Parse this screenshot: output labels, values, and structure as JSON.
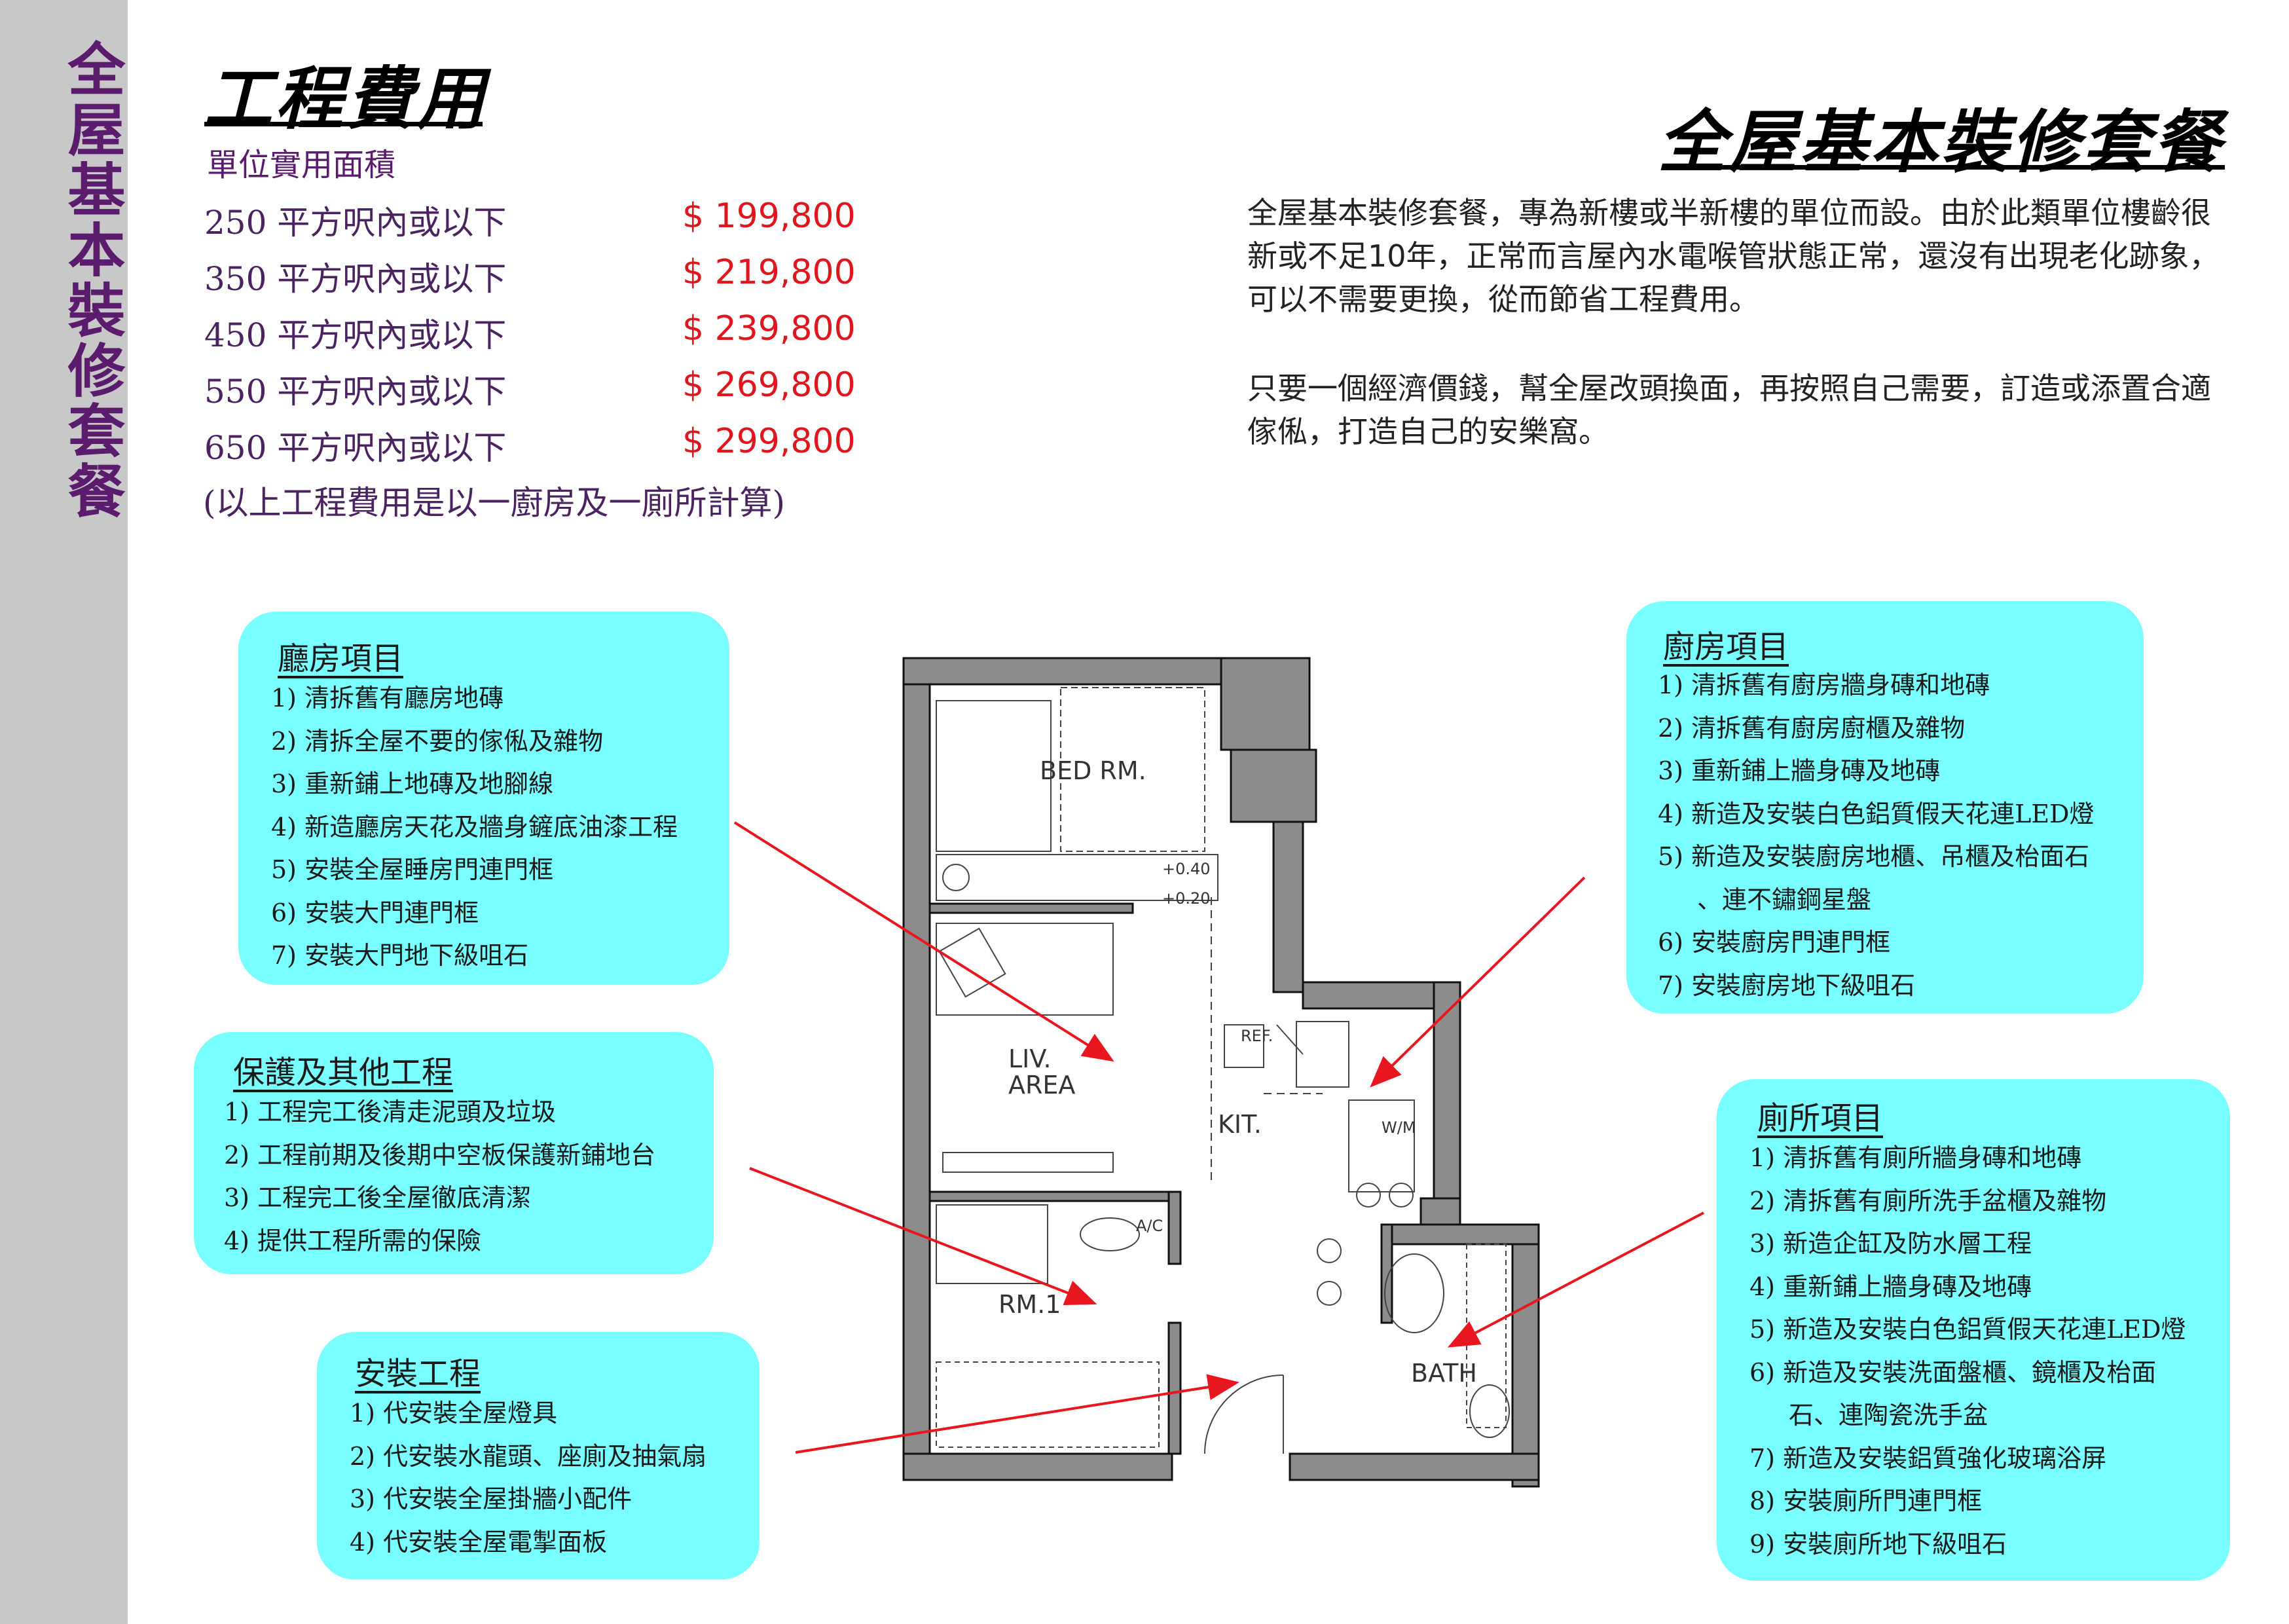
{
  "sidebar": {
    "title": "全屋基本裝修套餐"
  },
  "cost": {
    "title": "工程費用",
    "area_label": "單位實用面積",
    "rows": [
      {
        "size": "250  平方呎內或以下",
        "price": "$ 199,800"
      },
      {
        "size": "350  平方呎內或以下",
        "price": "$ 219,800"
      },
      {
        "size": "450  平方呎內或以下",
        "price": "$ 239,800"
      },
      {
        "size": "550  平方呎內或以下",
        "price": "$ 269,800"
      },
      {
        "size": "650  平方呎內或以下",
        "price": "$ 299,800"
      }
    ],
    "note": "(以上工程費用是以一廚房及一廁所計算)"
  },
  "package": {
    "title": "全屋基本裝修套餐",
    "paragraph1": "全屋基本裝修套餐，專為新樓或半新樓的單位而設。由於此類單位樓齡很新或不足10年，正常而言屋內水電喉管狀態正常，還沒有出現老化跡象，可以不需要更換，從而節省工程費用。",
    "paragraph2": "只要一個經濟價錢，幫全屋改頭換面，再按照自己需要，訂造或添置合適傢俬，打造自己的安樂窩。"
  },
  "cards": {
    "living": {
      "title": "廳房項目",
      "items": [
        "1) 清拆舊有廳房地磚",
        "2) 清拆全屋不要的傢俬及雜物",
        "3) 重新鋪上地磚及地腳線",
        "4) 新造廳房天花及牆身鏟底油漆工程",
        "5) 安裝全屋睡房門連門框",
        "6) 安裝大門連門框",
        "7) 安裝大門地下級咀石"
      ]
    },
    "protection": {
      "title": "保護及其他工程",
      "items": [
        "1) 工程完工後清走泥頭及垃圾",
        "2) 工程前期及後期中空板保護新鋪地台",
        "3) 工程完工後全屋徹底清潔",
        "4) 提供工程所需的保險"
      ]
    },
    "install": {
      "title": "安裝工程",
      "items": [
        "1) 代安裝全屋燈具",
        "2) 代安裝水龍頭、座廁及抽氣扇",
        "3) 代安裝全屋掛牆小配件",
        "4) 代安裝全屋電掣面板"
      ]
    },
    "kitchen": {
      "title": "廚房項目",
      "items": [
        "1) 清拆舊有廚房牆身磚和地磚",
        "2) 清拆舊有廚房廚櫃及雜物",
        "3) 重新鋪上牆身磚及地磚",
        "4) 新造及安裝白色鋁質假天花連LED燈",
        "5) 新造及安裝廚房地櫃、吊櫃及枱面石",
        "、連不鏽鋼星盤",
        "6) 安裝廚房門連門框",
        "7) 安裝廚房地下級咀石"
      ]
    },
    "toilet": {
      "title": "廁所項目",
      "items": [
        "1) 清拆舊有廁所牆身磚和地磚",
        "2) 清拆舊有廁所洗手盆櫃及雜物",
        "3) 新造企缸及防水層工程",
        "4) 重新鋪上牆身磚及地磚",
        "5) 新造及安裝白色鋁質假天花連LED燈",
        "6) 新造及安裝洗面盤櫃、鏡櫃及枱面",
        "石、連陶瓷洗手盆",
        "7) 新造及安裝鋁質強化玻璃浴屏",
        "8) 安裝廁所門連門框",
        "9) 安裝廁所地下級咀石"
      ]
    }
  },
  "floorplan": {
    "bed": "BED RM.",
    "liv1": "LIV.",
    "liv2": "AREA",
    "kit": "KIT.",
    "rm1": "RM.1",
    "bath": "BATH",
    "ac": "A/C",
    "ref": "REF.",
    "wm": "W/M",
    "lvl1": "+0.40",
    "lvl2": "+0.20"
  },
  "colors": {
    "sidebar_bg": "#c8c8c8",
    "sidebar_text": "#5b1c6e",
    "price_red": "#e0161e",
    "card_cyan": "#79ffff",
    "arrow_red": "#e8161e"
  }
}
